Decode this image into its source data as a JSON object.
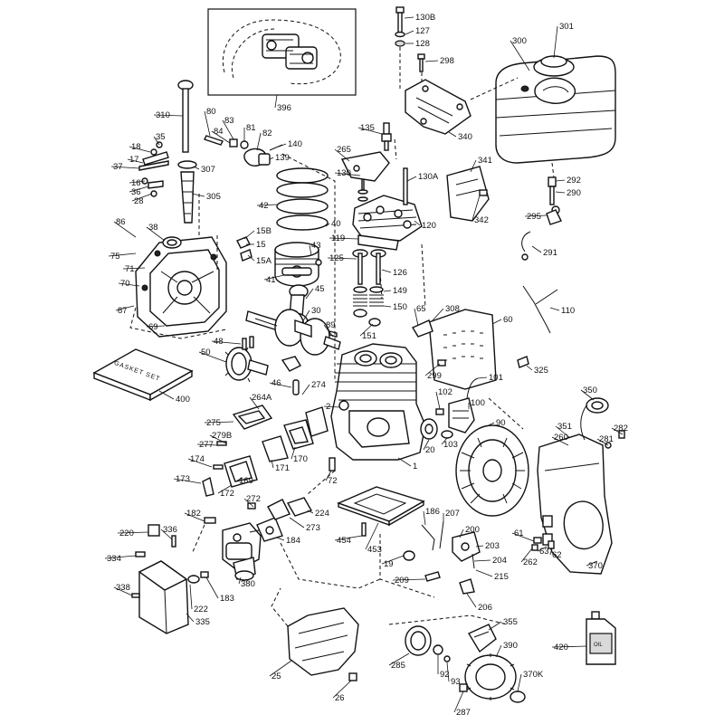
{
  "diagram": {
    "gasket_set_label": "GASKET SET",
    "oil_bottle_label": "OIL",
    "callouts": [
      {
        "id": "130B"
      },
      {
        "id": "127"
      },
      {
        "id": "128"
      },
      {
        "id": "298"
      },
      {
        "id": "301"
      },
      {
        "id": "300"
      },
      {
        "id": "396"
      },
      {
        "id": "310"
      },
      {
        "id": "80"
      },
      {
        "id": "83"
      },
      {
        "id": "81"
      },
      {
        "id": "82"
      },
      {
        "id": "84"
      },
      {
        "id": "140"
      },
      {
        "id": "139"
      },
      {
        "id": "35"
      },
      {
        "id": "18"
      },
      {
        "id": "17"
      },
      {
        "id": "37"
      },
      {
        "id": "16"
      },
      {
        "id": "36"
      },
      {
        "id": "28"
      },
      {
        "id": "307"
      },
      {
        "id": "305"
      },
      {
        "id": "42"
      },
      {
        "id": "40"
      },
      {
        "id": "86"
      },
      {
        "id": "38"
      },
      {
        "id": "75"
      },
      {
        "id": "71"
      },
      {
        "id": "70"
      },
      {
        "id": "87"
      },
      {
        "id": "69"
      },
      {
        "id": "15B"
      },
      {
        "id": "15"
      },
      {
        "id": "15A"
      },
      {
        "id": "43"
      },
      {
        "id": "41"
      },
      {
        "id": "45"
      },
      {
        "id": "30"
      },
      {
        "id": "89"
      },
      {
        "id": "48"
      },
      {
        "id": "50"
      },
      {
        "id": "400"
      },
      {
        "id": "46"
      },
      {
        "id": "274"
      },
      {
        "id": "264A"
      },
      {
        "id": "275"
      },
      {
        "id": "279B"
      },
      {
        "id": "277"
      },
      {
        "id": "174"
      },
      {
        "id": "173"
      },
      {
        "id": "172"
      },
      {
        "id": "171"
      },
      {
        "id": "169"
      },
      {
        "id": "170"
      },
      {
        "id": "72"
      },
      {
        "id": "182"
      },
      {
        "id": "272"
      },
      {
        "id": "224"
      },
      {
        "id": "273"
      },
      {
        "id": "184"
      },
      {
        "id": "220"
      },
      {
        "id": "336"
      },
      {
        "id": "334"
      },
      {
        "id": "380"
      },
      {
        "id": "338"
      },
      {
        "id": "222"
      },
      {
        "id": "183"
      },
      {
        "id": "335"
      },
      {
        "id": "25"
      },
      {
        "id": "26"
      },
      {
        "id": "135"
      },
      {
        "id": "340"
      },
      {
        "id": "265"
      },
      {
        "id": "130"
      },
      {
        "id": "130A"
      },
      {
        "id": "120"
      },
      {
        "id": "119"
      },
      {
        "id": "125"
      },
      {
        "id": "126"
      },
      {
        "id": "149"
      },
      {
        "id": "150"
      },
      {
        "id": "151"
      },
      {
        "id": "65"
      },
      {
        "id": "308"
      },
      {
        "id": "60"
      },
      {
        "id": "299"
      },
      {
        "id": "101"
      },
      {
        "id": "100"
      },
      {
        "id": "102"
      },
      {
        "id": "103"
      },
      {
        "id": "20"
      },
      {
        "id": "1"
      },
      {
        "id": "2"
      },
      {
        "id": "90"
      },
      {
        "id": "453"
      },
      {
        "id": "454"
      },
      {
        "id": "186"
      },
      {
        "id": "207"
      },
      {
        "id": "200"
      },
      {
        "id": "203"
      },
      {
        "id": "204"
      },
      {
        "id": "215"
      },
      {
        "id": "19"
      },
      {
        "id": "209"
      },
      {
        "id": "206"
      },
      {
        "id": "285"
      },
      {
        "id": "92"
      },
      {
        "id": "93"
      },
      {
        "id": "355"
      },
      {
        "id": "390"
      },
      {
        "id": "370K"
      },
      {
        "id": "287"
      },
      {
        "id": "420"
      },
      {
        "id": "341"
      },
      {
        "id": "342"
      },
      {
        "id": "292"
      },
      {
        "id": "290"
      },
      {
        "id": "295"
      },
      {
        "id": "291"
      },
      {
        "id": "110"
      },
      {
        "id": "325"
      },
      {
        "id": "350"
      },
      {
        "id": "351"
      },
      {
        "id": "260"
      },
      {
        "id": "282"
      },
      {
        "id": "281"
      },
      {
        "id": "61"
      },
      {
        "id": "262"
      },
      {
        "id": "63"
      },
      {
        "id": "62"
      },
      {
        "id": "370"
      }
    ]
  }
}
